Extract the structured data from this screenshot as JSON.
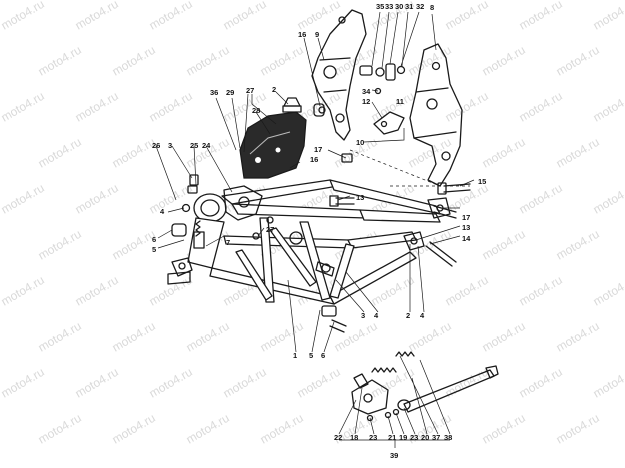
{
  "watermark": "moto4.ru",
  "colors": {
    "line": "#1a1a1a",
    "watermark": "#d9d9d9",
    "background": "#ffffff",
    "seat_pad": "#2a2a2a"
  },
  "callouts": {
    "n1": "1",
    "n2": "2",
    "n3": "3",
    "n4": "4",
    "n5": "5",
    "n6": "6",
    "n7": "7",
    "n8": "8",
    "n9": "9",
    "n10": "10",
    "n11": "11",
    "n12": "12",
    "n13": "13",
    "n14": "14",
    "n15": "15",
    "n16": "16",
    "n17": "17",
    "n18": "18",
    "n19": "19",
    "n20": "20",
    "n21": "21",
    "n22": "22",
    "n23": "23",
    "n24": "24",
    "n25": "25",
    "n26": "26",
    "n27": "27",
    "n28": "28",
    "n29": "29",
    "n30": "30",
    "n31": "31",
    "n32": "32",
    "n33": "33",
    "n34": "34",
    "n35": "35",
    "n36": "36",
    "n37": "37",
    "n38": "38",
    "n39": "39"
  }
}
